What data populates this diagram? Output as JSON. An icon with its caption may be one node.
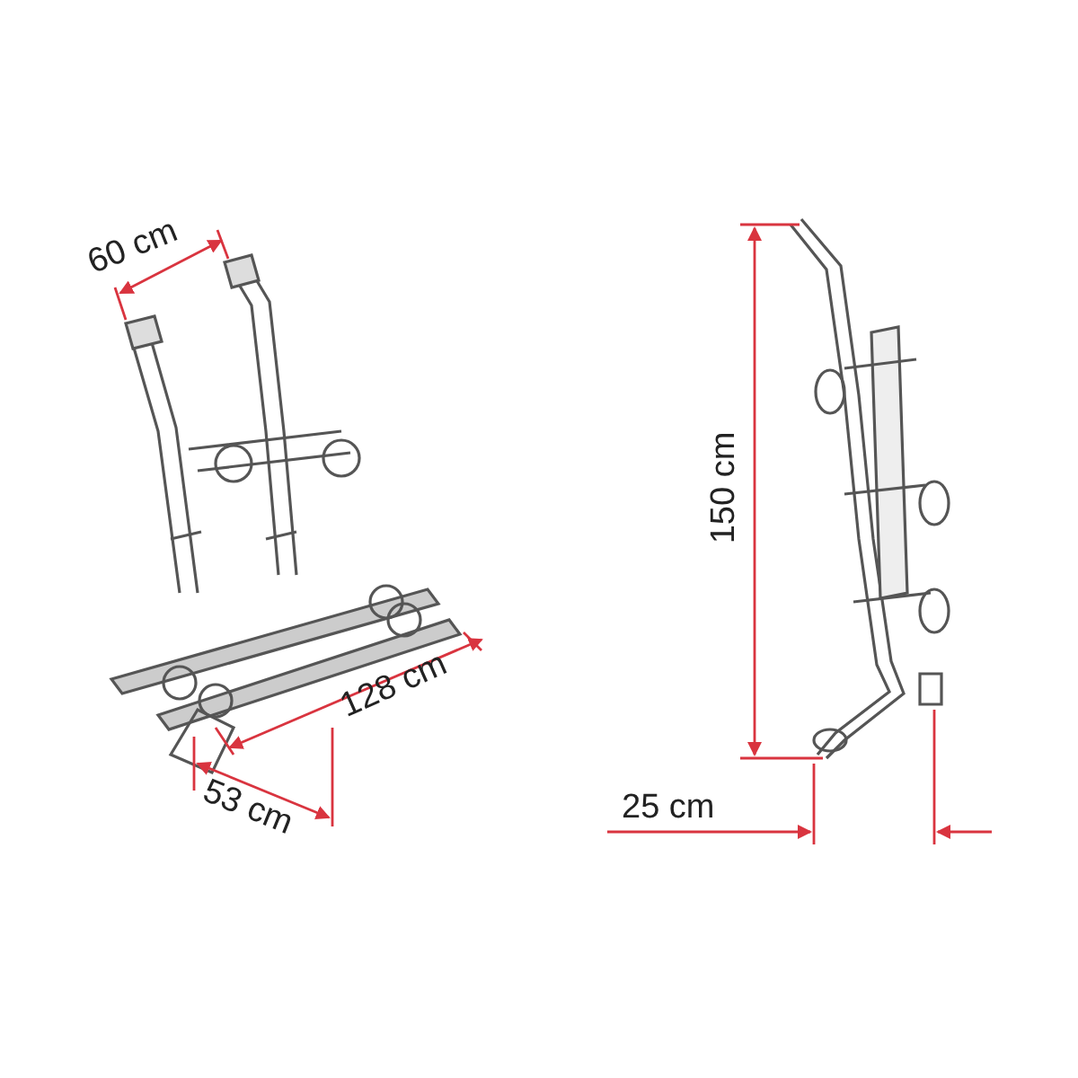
{
  "diagram": {
    "labels": [
      "60 cm",
      "150 cm",
      "128 cm",
      "53 cm",
      "25 cm"
    ]
  }
}
